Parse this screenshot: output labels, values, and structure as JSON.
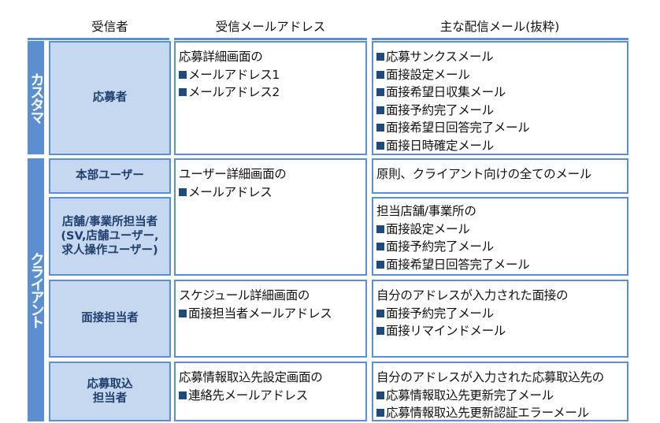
{
  "headers": {
    "recipient": "受信者",
    "address": "受信メールアドレス",
    "mails": "主な配信メール(抜粋)"
  },
  "groups": {
    "customer": "カスタマ",
    "client": "クライアント"
  },
  "bullet_icon": "filled-square",
  "colors": {
    "accent": "#5b8fd2",
    "cell_fill": "#c6d8f0",
    "label_text": "#1f3f6e",
    "bullet": "#1f4a7e"
  },
  "rows": {
    "applicant": {
      "recipient": [
        "応募者"
      ],
      "address_intro": "応募詳細画面の",
      "addresses": [
        "メールアドレス1",
        "メールアドレス2"
      ],
      "mails": [
        "応募サンクスメール",
        "面接設定メール",
        "面接希望日収集メール",
        "面接予約完了メール",
        "面接希望日回答完了メール",
        "面接日時確定メール"
      ]
    },
    "hq_user": {
      "recipient": [
        "本部ユーザー"
      ],
      "mail_text": "原則、クライアント向けの全てのメール"
    },
    "store_staff": {
      "recipient": [
        "店舗/事業所担当者",
        "(SV,店舗ユーザー,",
        "求人操作ユーザー)"
      ],
      "mail_intro": "担当店舗/事業所の",
      "mails": [
        "面接設定メール",
        "面接予約完了メール",
        "面接希望日回答完了メール"
      ]
    },
    "user_address": {
      "address_intro": "ユーザー詳細画面の",
      "addresses": [
        "メールアドレス"
      ]
    },
    "interviewer": {
      "recipient": [
        "面接担当者"
      ],
      "address_intro": "スケジュール詳細画面の",
      "addresses": [
        "面接担当者メールアドレス"
      ],
      "mail_intro": "自分のアドレスが入力された面接の",
      "mails": [
        "面接予約完了メール",
        "面接リマインドメール"
      ]
    },
    "import_staff": {
      "recipient": [
        "応募取込",
        "担当者"
      ],
      "address_intro": "応募情報取込先設定画面の",
      "addresses": [
        "連絡先メールアドレス"
      ],
      "mail_intro": "自分のアドレスが入力された応募取込先の",
      "mails": [
        "応募情報取込先更新完了メール",
        "応募情報取込先更新認証エラーメール"
      ]
    }
  }
}
